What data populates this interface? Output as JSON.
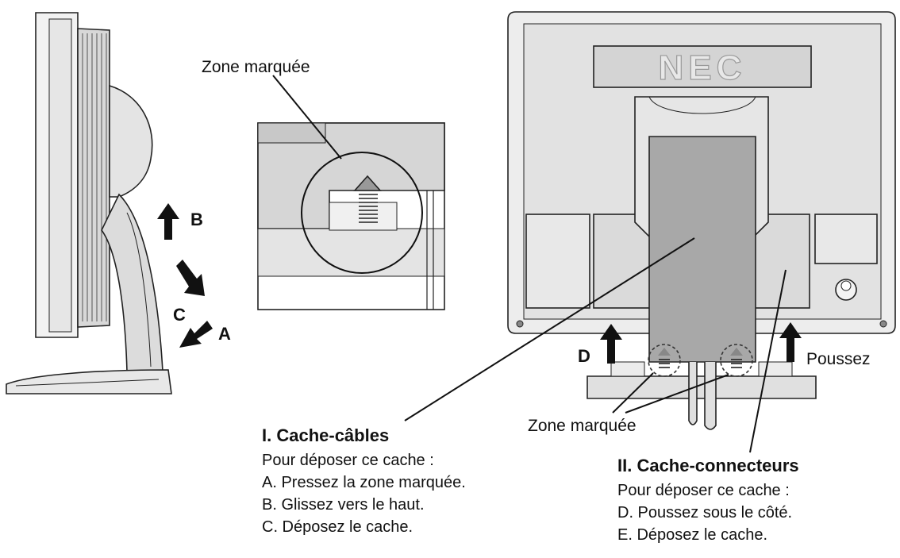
{
  "labels": {
    "marked_zone_top": "Zone marquée",
    "marked_zone_bottom": "Zone marquée",
    "push": "Poussez",
    "brand": "NEC",
    "letter_a": "A",
    "letter_b": "B",
    "letter_c": "C",
    "letter_d": "D"
  },
  "cable_cover": {
    "title": "I. Cache-câbles",
    "intro": "Pour déposer ce cache :",
    "steps": [
      "A. Pressez la zone marquée.",
      "B. Glissez vers le haut.",
      "C. Déposez le cache."
    ]
  },
  "connector_cover": {
    "title": "II. Cache-connecteurs",
    "intro": "Pour déposer ce cache :",
    "steps": [
      "D. Poussez sous le côté.",
      "E. Déposez le cache."
    ]
  }
}
